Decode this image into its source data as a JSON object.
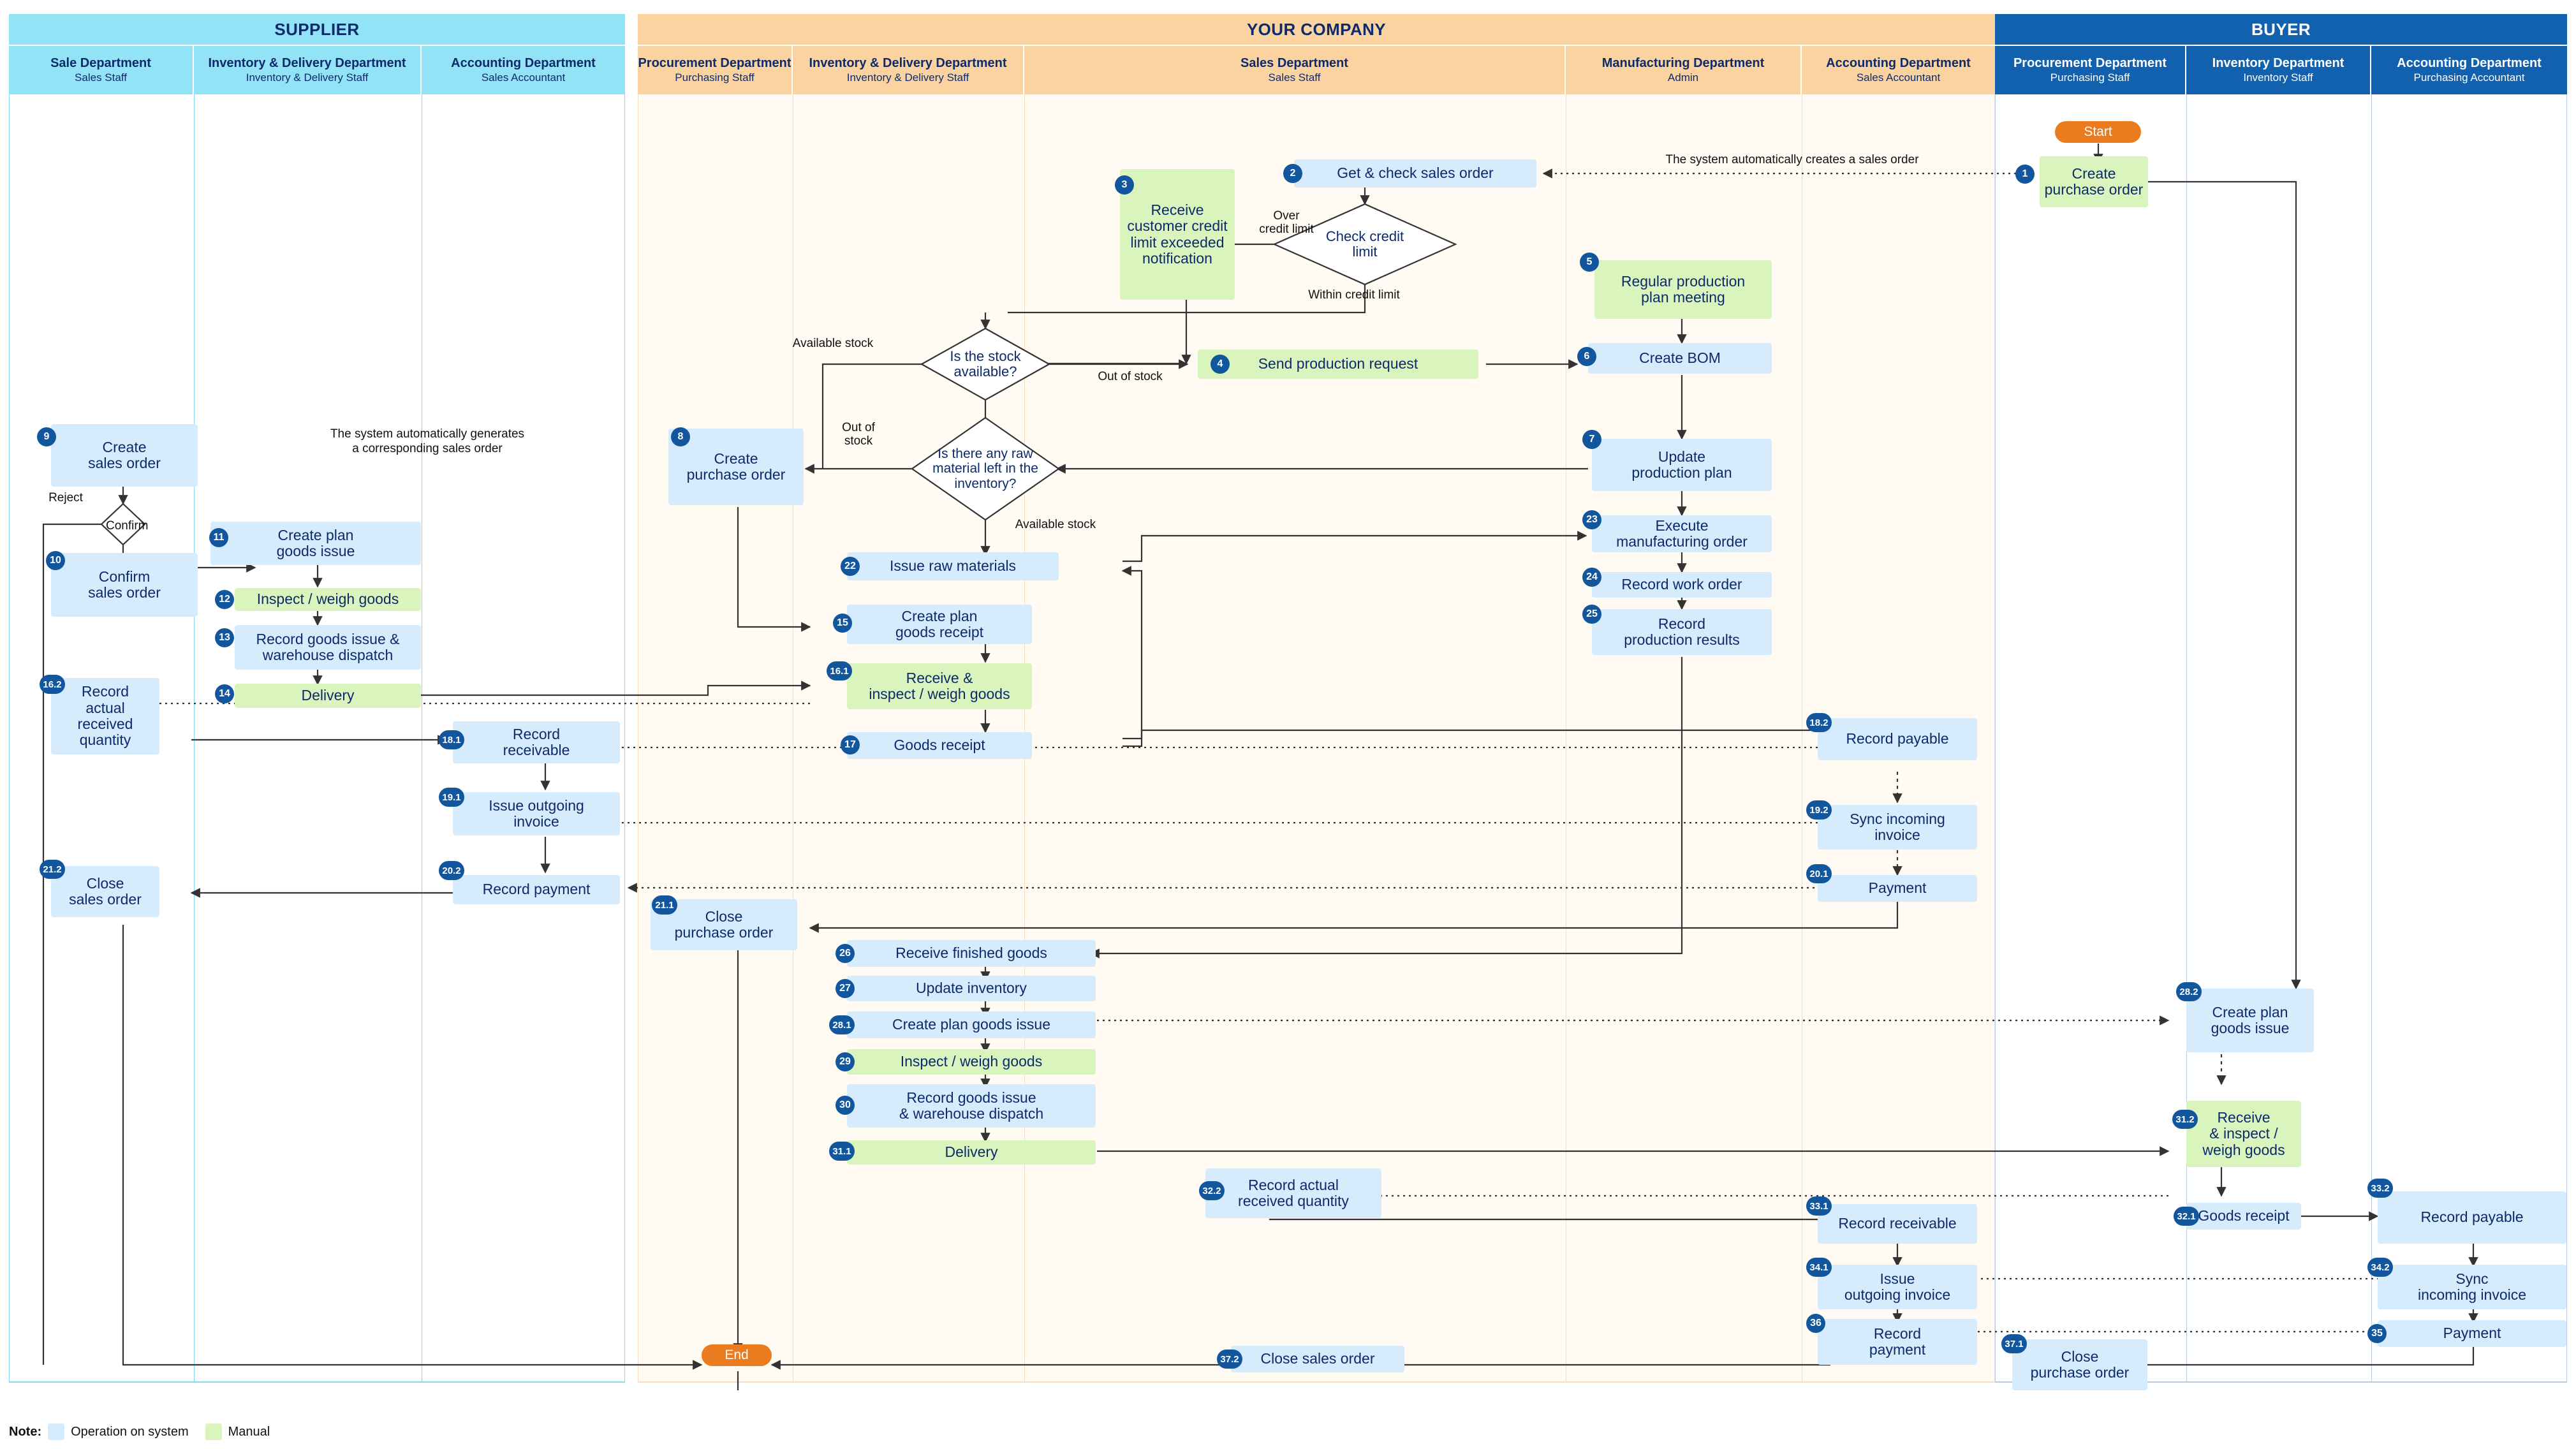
{
  "groups": [
    {
      "id": "supplier",
      "label": "SUPPLIER"
    },
    {
      "id": "company",
      "label": "YOUR COMPANY"
    },
    {
      "id": "buyer",
      "label": "BUYER"
    }
  ],
  "lanes": [
    {
      "id": "sup-sales",
      "group": "supplier",
      "title": "Sale Department",
      "subtitle": "Sales Staff"
    },
    {
      "id": "sup-inv",
      "group": "supplier",
      "title": "Inventory & Delivery Department",
      "subtitle": "Inventory & Delivery Staff"
    },
    {
      "id": "sup-acc",
      "group": "supplier",
      "title": "Accounting Department",
      "subtitle": "Sales Accountant"
    },
    {
      "id": "cmp-proc",
      "group": "company",
      "title": "Procurement Department",
      "subtitle": "Purchasing Staff"
    },
    {
      "id": "cmp-inv",
      "group": "company",
      "title": "Inventory & Delivery Department",
      "subtitle": "Inventory & Delivery Staff"
    },
    {
      "id": "cmp-sales",
      "group": "company",
      "title": "Sales Department",
      "subtitle": "Sales Staff"
    },
    {
      "id": "cmp-mfg",
      "group": "company",
      "title": "Manufacturing Department",
      "subtitle": "Admin"
    },
    {
      "id": "cmp-acc",
      "group": "company",
      "title": "Accounting Department",
      "subtitle": "Sales Accountant"
    },
    {
      "id": "buy-proc",
      "group": "buyer",
      "title": "Procurement Department",
      "subtitle": "Purchasing Staff"
    },
    {
      "id": "buy-inv",
      "group": "buyer",
      "title": "Inventory Department",
      "subtitle": "Inventory Staff"
    },
    {
      "id": "buy-acc",
      "group": "buyer",
      "title": "Accounting Department",
      "subtitle": "Purchasing Accountant"
    }
  ],
  "terminators": [
    {
      "id": "start",
      "label": "Start"
    },
    {
      "id": "end",
      "label": "End"
    }
  ],
  "nodes": [
    {
      "n": "1",
      "label": "Create\npurchase order",
      "kind": "man"
    },
    {
      "n": "2",
      "label": "Get & check sales order",
      "kind": "sys"
    },
    {
      "n": "3",
      "label": "Receive customer credit limit exceeded notification",
      "kind": "man"
    },
    {
      "n": "4",
      "label": "Send production request",
      "kind": "man"
    },
    {
      "n": "5",
      "label": "Regular production\nplan meeting",
      "kind": "man"
    },
    {
      "n": "6",
      "label": "Create BOM",
      "kind": "sys"
    },
    {
      "n": "7",
      "label": "Update\nproduction plan",
      "kind": "sys"
    },
    {
      "n": "8",
      "label": "Create\npurchase order",
      "kind": "sys"
    },
    {
      "n": "9",
      "label": "Create\nsales order",
      "kind": "sys"
    },
    {
      "n": "10",
      "label": "Confirm\nsales order",
      "kind": "sys"
    },
    {
      "n": "11",
      "label": "Create plan\ngoods issue",
      "kind": "sys"
    },
    {
      "n": "12",
      "label": "Inspect / weigh goods",
      "kind": "man"
    },
    {
      "n": "13",
      "label": "Record goods issue &\nwarehouse dispatch",
      "kind": "sys"
    },
    {
      "n": "14",
      "label": "Delivery",
      "kind": "man"
    },
    {
      "n": "15",
      "label": "Create plan\ngoods receipt",
      "kind": "sys"
    },
    {
      "n": "16.1",
      "label": "Receive &\ninspect / weigh goods",
      "kind": "man"
    },
    {
      "n": "16.2",
      "label": "Record\nactual\nreceived\nquantity",
      "kind": "sys"
    },
    {
      "n": "17",
      "label": "Goods receipt",
      "kind": "sys"
    },
    {
      "n": "18.1",
      "label": "Record\nreceivable",
      "kind": "sys"
    },
    {
      "n": "18.2",
      "label": "Record payable",
      "kind": "sys"
    },
    {
      "n": "19.1",
      "label": "Issue outgoing\ninvoice",
      "kind": "sys"
    },
    {
      "n": "19.2",
      "label": "Sync incoming\ninvoice",
      "kind": "sys"
    },
    {
      "n": "20.1",
      "label": "Payment",
      "kind": "sys"
    },
    {
      "n": "20.2",
      "label": "Record payment",
      "kind": "sys"
    },
    {
      "n": "21.1",
      "label": "Close\npurchase order",
      "kind": "sys"
    },
    {
      "n": "21.2",
      "label": "Close\nsales order",
      "kind": "sys"
    },
    {
      "n": "22",
      "label": "Issue raw materials",
      "kind": "sys"
    },
    {
      "n": "23",
      "label": "Execute\nmanufacturing order",
      "kind": "sys"
    },
    {
      "n": "24",
      "label": "Record work order",
      "kind": "sys"
    },
    {
      "n": "25",
      "label": "Record\nproduction results",
      "kind": "sys"
    },
    {
      "n": "26",
      "label": "Receive finished goods",
      "kind": "sys"
    },
    {
      "n": "27",
      "label": "Update inventory",
      "kind": "sys"
    },
    {
      "n": "28.1",
      "label": "Create plan goods issue",
      "kind": "sys"
    },
    {
      "n": "28.2",
      "label": "Create plan\ngoods issue",
      "kind": "sys"
    },
    {
      "n": "29",
      "label": "Inspect / weigh goods",
      "kind": "man"
    },
    {
      "n": "30",
      "label": "Record goods issue\n& warehouse dispatch",
      "kind": "sys"
    },
    {
      "n": "31.1",
      "label": "Delivery",
      "kind": "man"
    },
    {
      "n": "31.2",
      "label": "Receive\n& inspect /\nweigh goods",
      "kind": "man"
    },
    {
      "n": "32.1",
      "label": "Goods receipt",
      "kind": "sys"
    },
    {
      "n": "32.2",
      "label": "Record actual\nreceived quantity",
      "kind": "sys"
    },
    {
      "n": "33.1",
      "label": "Record receivable",
      "kind": "sys"
    },
    {
      "n": "33.2",
      "label": "Record payable",
      "kind": "sys"
    },
    {
      "n": "34.1",
      "label": "Issue\noutgoing invoice",
      "kind": "sys"
    },
    {
      "n": "34.2",
      "label": "Sync\nincoming invoice",
      "kind": "sys"
    },
    {
      "n": "35",
      "label": "Payment",
      "kind": "sys"
    },
    {
      "n": "36",
      "label": "Record\npayment",
      "kind": "sys"
    },
    {
      "n": "37.1",
      "label": "Close\npurchase order",
      "kind": "sys"
    },
    {
      "n": "37.2",
      "label": "Close sales order",
      "kind": "sys"
    }
  ],
  "decisions": [
    {
      "id": "d-credit",
      "label": "Check credit\nlimit"
    },
    {
      "id": "d-stock",
      "label": "Is the stock\navailable?"
    },
    {
      "id": "d-raw",
      "label": "Is there any raw\nmaterial left in the\ninventory?"
    },
    {
      "id": "d-confirm",
      "label": ""
    }
  ],
  "edge_labels": [
    {
      "id": "over-credit",
      "text": "Over\ncredit limit"
    },
    {
      "id": "within-credit",
      "text": "Within credit limit"
    },
    {
      "id": "avail-stock-1",
      "text": "Available stock"
    },
    {
      "id": "out-stock-1",
      "text": "Out of stock"
    },
    {
      "id": "out-stock-2",
      "text": "Out of\nstock"
    },
    {
      "id": "avail-stock-2",
      "text": "Available stock"
    },
    {
      "id": "reject",
      "text": "Reject"
    },
    {
      "id": "confirm",
      "text": "Confirm"
    }
  ],
  "annotations": [
    {
      "id": "auto-sales-order",
      "text": "The system automatically creates a sales order"
    },
    {
      "id": "auto-corresponding-so",
      "text": "The system automatically generates\na corresponding sales order"
    }
  ],
  "legend": {
    "note_label": "Note:",
    "system_text": "Operation on system",
    "manual_text": "Manual"
  },
  "colors": {
    "supplier_header": "#93e3f7",
    "company_header": "#fbd3a0",
    "buyer_header": "#1161ae",
    "system_node": "#d6ecfd",
    "manual_node": "#d9f5bd",
    "badge": "#12569e",
    "terminator": "#ea7b1e",
    "text_dark": "#0d2a6b"
  }
}
